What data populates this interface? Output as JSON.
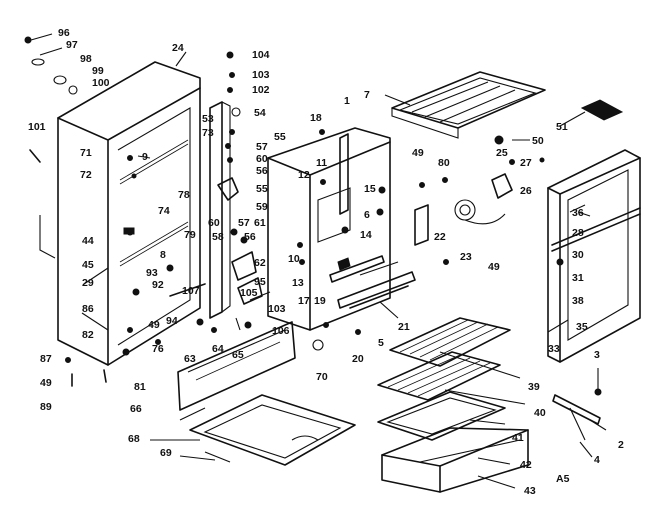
{
  "labels": {
    "96": "96",
    "97": "97",
    "98": "98",
    "99": "99",
    "100": "100",
    "101": "101",
    "24": "24",
    "53": "53",
    "73": "73",
    "71": "71",
    "9": "9",
    "72": "72",
    "78": "78",
    "74": "74",
    "60a": "60",
    "44": "44",
    "79": "79",
    "45": "45",
    "29": "29",
    "86": "86",
    "82": "82",
    "87": "87",
    "49a": "49",
    "89": "89",
    "8": "8",
    "93": "93",
    "92": "92",
    "107": "107",
    "94": "94",
    "76": "76",
    "63": "63",
    "81": "81",
    "49b": "49",
    "66": "66",
    "68": "68",
    "69": "69",
    "104": "104",
    "103a": "103",
    "102": "102",
    "54": "54",
    "55a": "55",
    "57a": "57",
    "60b": "60",
    "56a": "56",
    "55b": "55",
    "59": "59",
    "57b": "57",
    "61": "61",
    "56b": "56",
    "58": "58",
    "62": "62",
    "105": "105",
    "95": "95",
    "103b": "103",
    "106": "106",
    "64": "64",
    "65": "65",
    "1": "1",
    "18": "18",
    "11": "11",
    "12": "12",
    "10": "10",
    "13": "13",
    "14": "14",
    "17": "17",
    "19": "19",
    "20": "20",
    "70": "70",
    "5": "5",
    "21": "21",
    "7": "7",
    "49c": "49",
    "80": "80",
    "25": "25",
    "15": "15",
    "6": "6",
    "22": "22",
    "23": "23",
    "49d": "49",
    "50": "50",
    "26": "26",
    "27": "27",
    "51": "51",
    "36": "36",
    "28": "28",
    "30": "30",
    "31": "31",
    "38": "38",
    "35": "35",
    "33": "33",
    "3": "3",
    "2": "2",
    "4": "4",
    "39": "39",
    "40": "40",
    "41": "41",
    "42": "42",
    "43": "43",
    "A5": "A5"
  }
}
